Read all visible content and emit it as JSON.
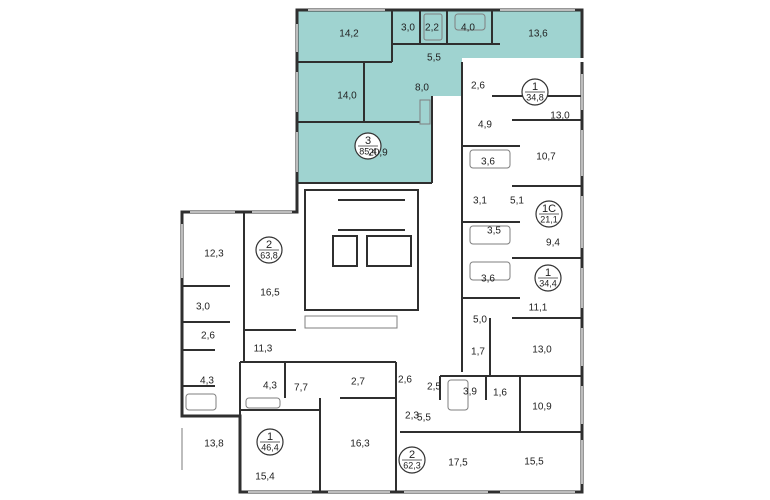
{
  "colors": {
    "highlight": "#9fd3d0",
    "wall": "#2f2f2f",
    "window": "#bdbdbd",
    "fixture": "#7f7f7f"
  },
  "apartments": [
    {
      "id": "apt-3",
      "rooms": "3",
      "area": "85,4",
      "highlighted": true
    },
    {
      "id": "apt-1-top",
      "rooms": "1",
      "area": "34,8",
      "highlighted": false
    },
    {
      "id": "apt-1c",
      "rooms": "1С",
      "area": "21,1",
      "highlighted": false
    },
    {
      "id": "apt-1-mid",
      "rooms": "1",
      "area": "34,4",
      "highlighted": false
    },
    {
      "id": "apt-2-left",
      "rooms": "2",
      "area": "63,8",
      "highlighted": false
    },
    {
      "id": "apt-1-bottom",
      "rooms": "1",
      "area": "46,4",
      "highlighted": false
    },
    {
      "id": "apt-2-bottom",
      "rooms": "2",
      "area": "62,3",
      "highlighted": false
    }
  ],
  "rooms": [
    "14,2",
    "3,0",
    "2,2",
    "4,0",
    "13,6",
    "5,5",
    "14,0",
    "8,0",
    "20,9",
    "2,6",
    "13,0",
    "4,9",
    "3,6",
    "10,7",
    "3,1",
    "5,1",
    "3,5",
    "9,4",
    "3,6",
    "11,1",
    "5,0",
    "13,0",
    "1,7",
    "12,3",
    "16,5",
    "3,0",
    "2,6",
    "11,3",
    "4,3",
    "4,3",
    "7,7",
    "2,7",
    "13,8",
    "15,4",
    "16,3",
    "2,6",
    "2,5",
    "3,9",
    "1,6",
    "10,9",
    "2,3",
    "5,5",
    "17,5",
    "15,5"
  ]
}
